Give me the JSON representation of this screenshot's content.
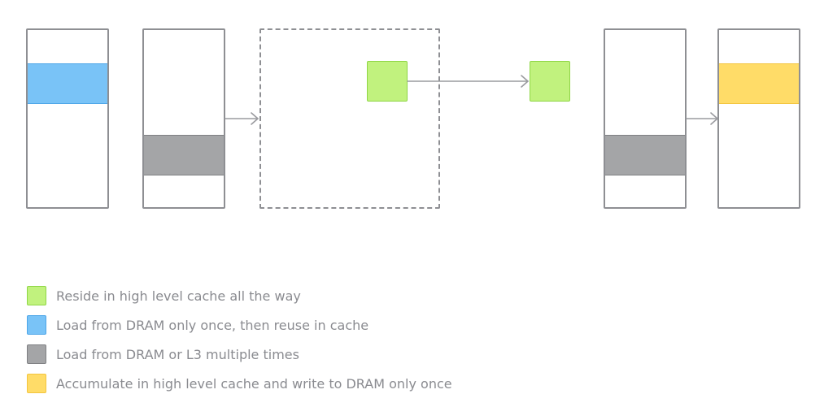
{
  "colors": {
    "green": "#c1f27e",
    "green_border": "#8fd646",
    "blue": "#79c3f7",
    "blue_border": "#4ea6e8",
    "gray": "#a4a5a7",
    "gray_border": "#7f8083",
    "yellow": "#ffdc68",
    "yellow_border": "#f3c53f",
    "outline": "#8e8f93"
  },
  "legend": [
    {
      "color": "green",
      "label": "Reside in high level cache all the way"
    },
    {
      "color": "blue",
      "label": "Load from DRAM only once, then reuse in cache"
    },
    {
      "color": "gray",
      "label": "Load from DRAM or L3 multiple times"
    },
    {
      "color": "yellow",
      "label": "Accumulate in high level cache and write to DRAM only once"
    }
  ]
}
